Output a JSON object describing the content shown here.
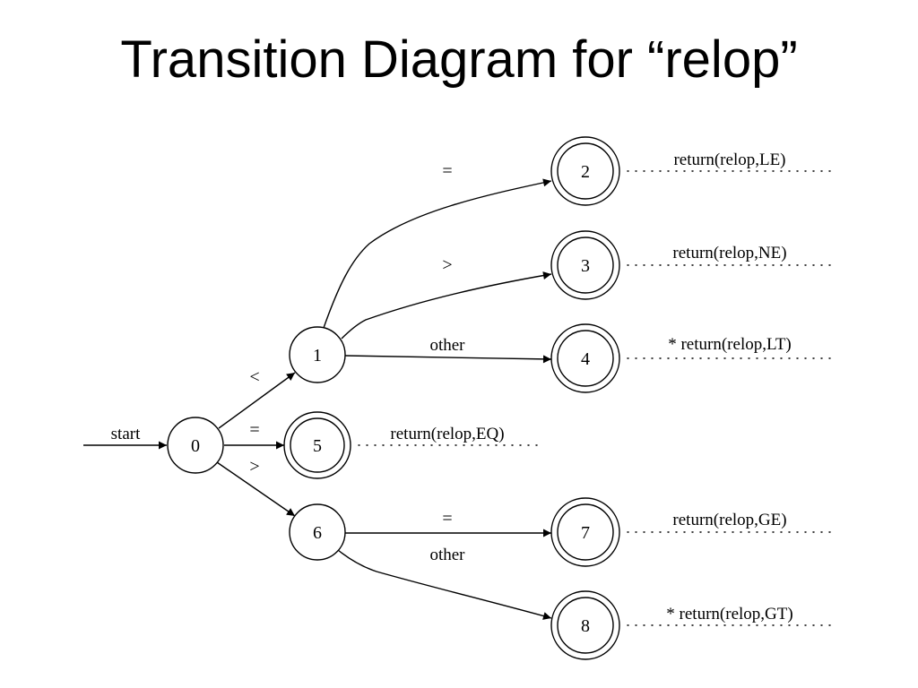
{
  "title": "Transition Diagram for “relop”",
  "states": [
    {
      "id": "0",
      "accepting": false
    },
    {
      "id": "1",
      "accepting": false
    },
    {
      "id": "2",
      "accepting": true,
      "action": "return(relop,LE)"
    },
    {
      "id": "3",
      "accepting": true,
      "action": "return(relop,NE)"
    },
    {
      "id": "4",
      "accepting": true,
      "action": "* return(relop,LT)"
    },
    {
      "id": "5",
      "accepting": true,
      "action": "return(relop,EQ)"
    },
    {
      "id": "6",
      "accepting": false
    },
    {
      "id": "7",
      "accepting": true,
      "action": "return(relop,GE)"
    },
    {
      "id": "8",
      "accepting": true,
      "action": "* return(relop,GT)"
    }
  ],
  "start_label": "start",
  "edges": [
    {
      "from": "0",
      "to": "1",
      "label": "<"
    },
    {
      "from": "0",
      "to": "5",
      "label": "="
    },
    {
      "from": "0",
      "to": "6",
      "label": ">"
    },
    {
      "from": "1",
      "to": "2",
      "label": "="
    },
    {
      "from": "1",
      "to": "3",
      "label": ">"
    },
    {
      "from": "1",
      "to": "4",
      "label": "other"
    },
    {
      "from": "6",
      "to": "7",
      "label": "="
    },
    {
      "from": "6",
      "to": "8",
      "label": "other"
    }
  ]
}
